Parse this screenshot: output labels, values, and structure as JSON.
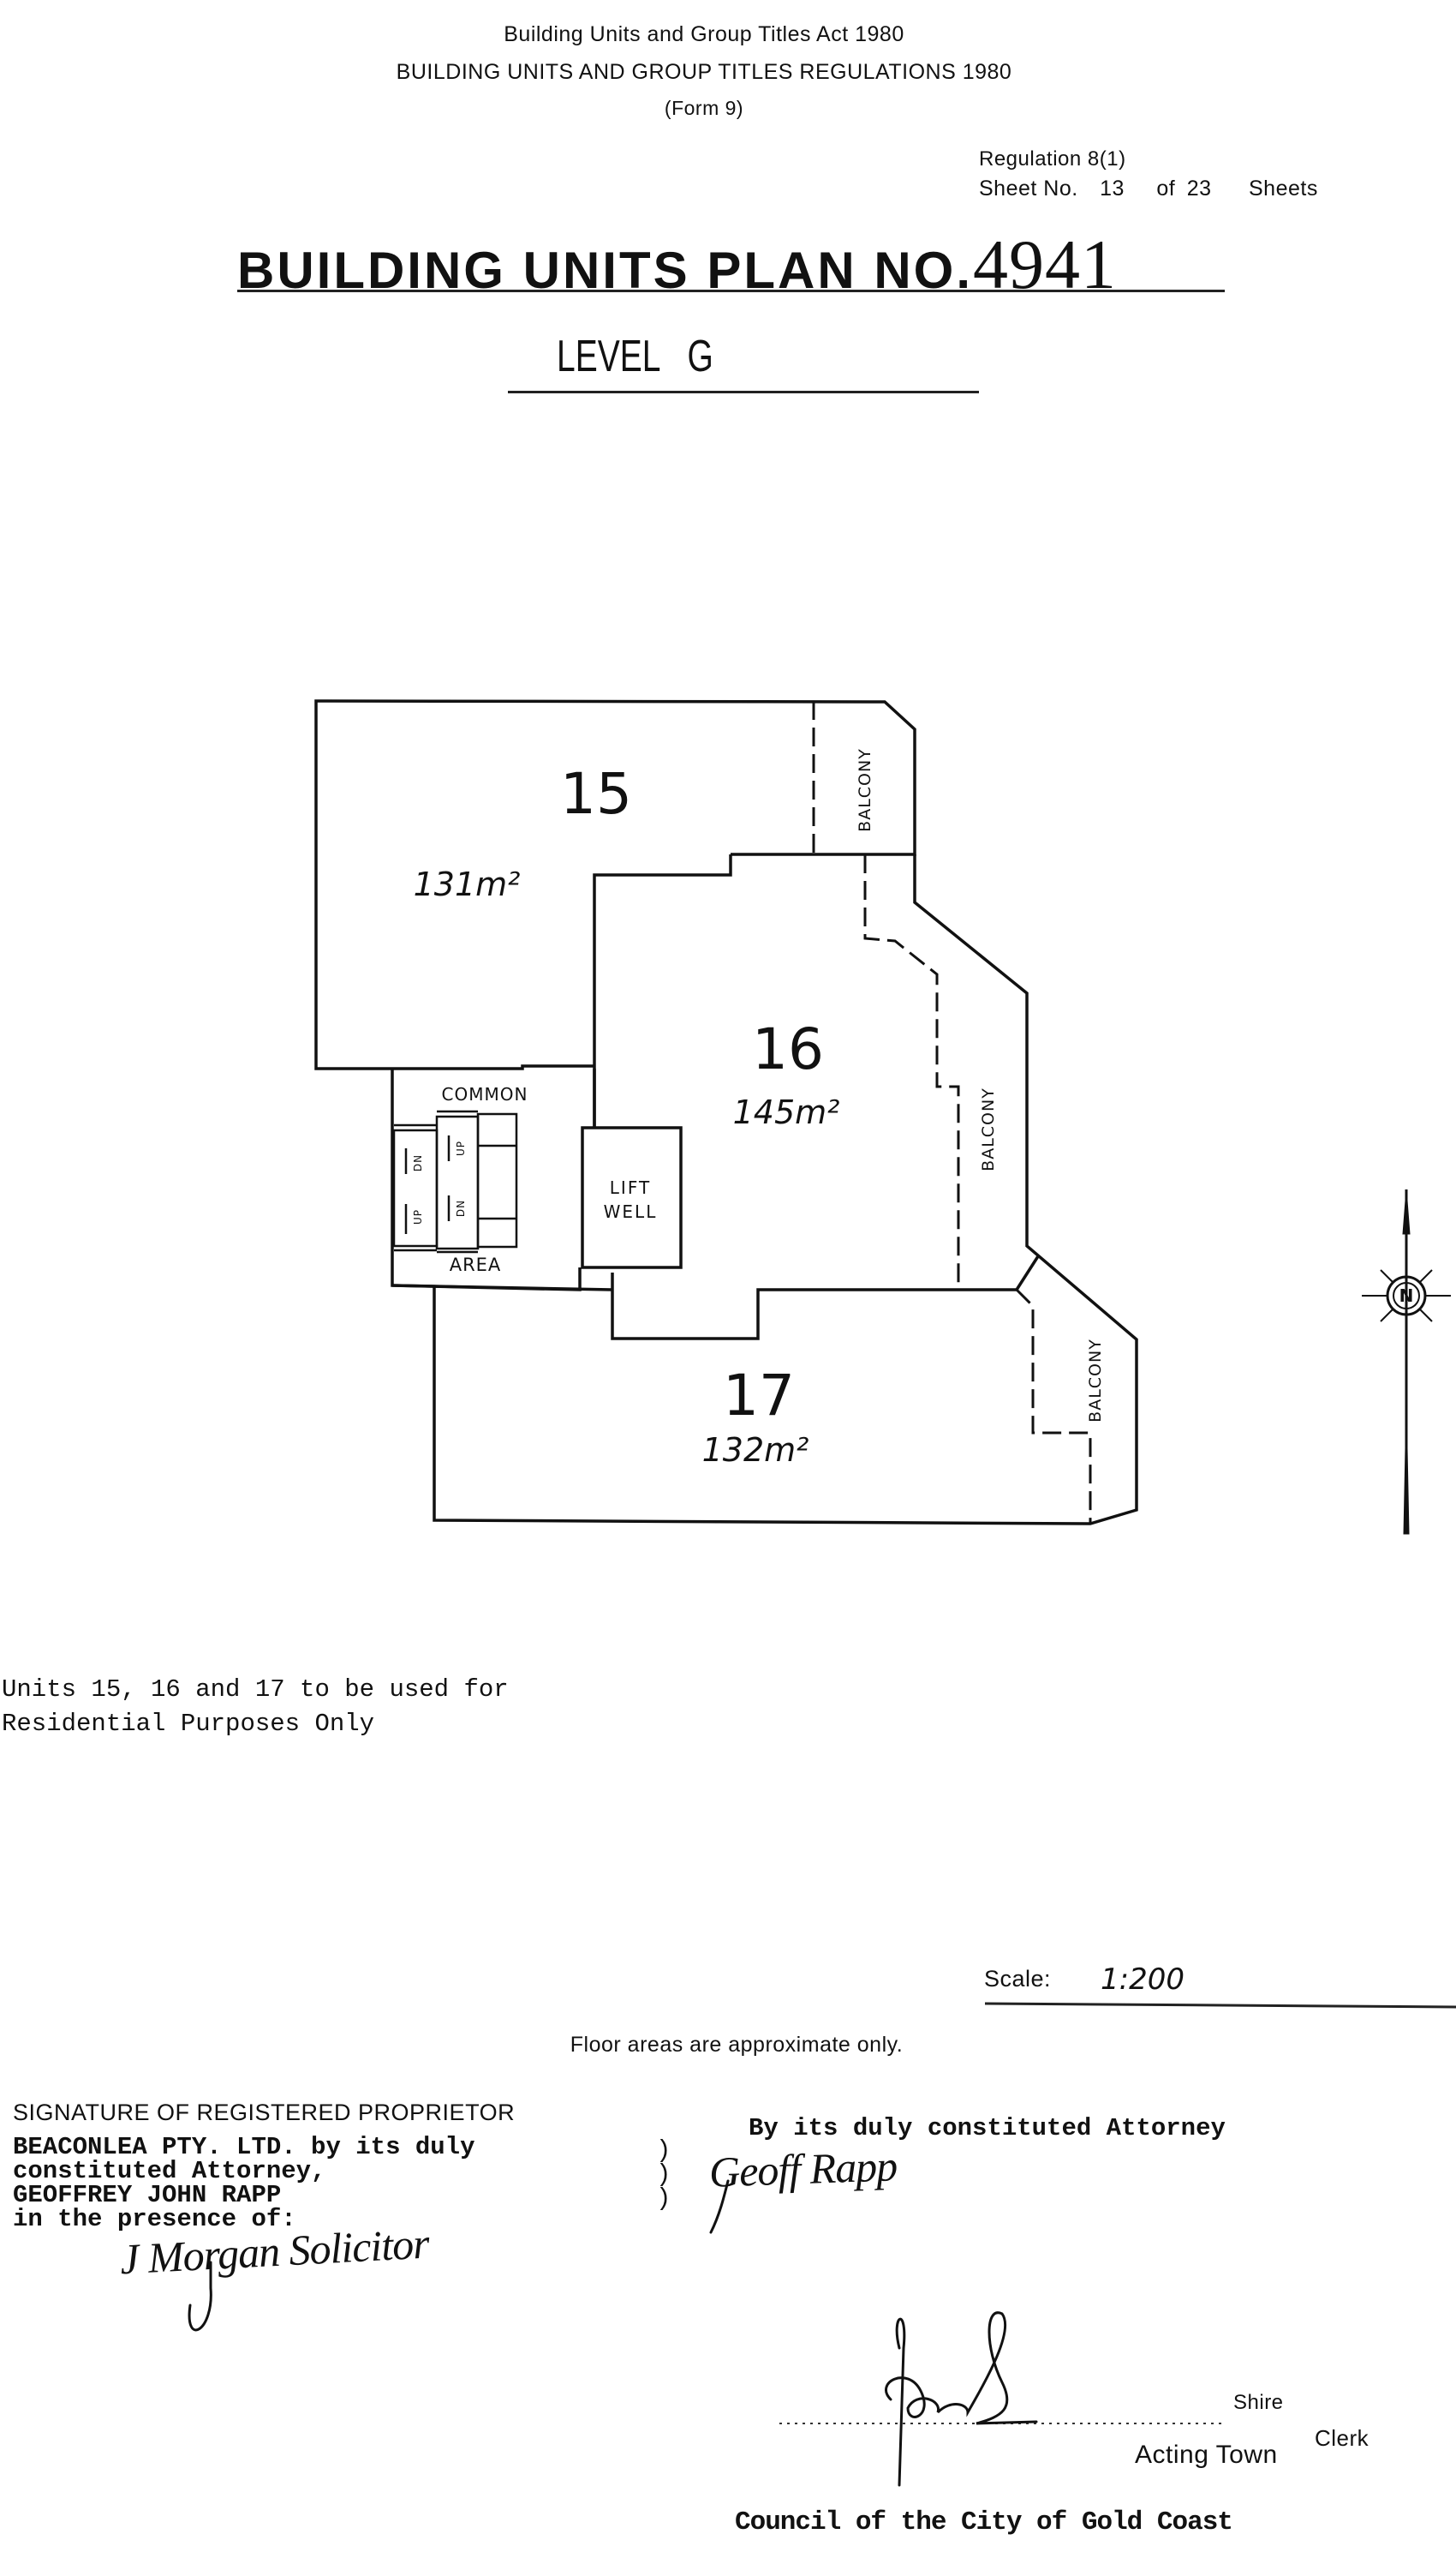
{
  "header": {
    "act": "Building Units and Group Titles Act 1980",
    "regulations": "BUILDING UNITS AND GROUP TITLES REGULATIONS 1980",
    "form": "(Form 9)",
    "regulation": "Regulation 8(1)",
    "sheet_label": "Sheet No.",
    "sheet_no": "13",
    "of_label": "of",
    "sheet_total": "23",
    "sheets_label": "Sheets",
    "title": "BUILDING UNITS PLAN NO.",
    "plan_no": "4941",
    "level": "LEVEL   G"
  },
  "plan": {
    "units": [
      {
        "number": "15",
        "area": "131m²"
      },
      {
        "number": "16",
        "area": "145m²"
      },
      {
        "number": "17",
        "area": "132m²"
      }
    ],
    "balcony_label": "BALCONY",
    "common_label": "COMMON",
    "area_label": "AREA",
    "lift_label_1": "LIFT",
    "lift_label_2": "WELL",
    "stair_up": "UP",
    "stair_dn": "DN",
    "north_label": "N"
  },
  "notes": {
    "use_line1": "Units 15, 16 and 17 to be used for",
    "use_line2": "Residential Purposes Only",
    "scale_label": "Scale:",
    "scale_value": "1:200",
    "floor_note": "Floor areas are approximate only."
  },
  "signatures": {
    "heading": "SIGNATURE OF REGISTERED PROPRIETOR",
    "line1": "BEACONLEA PTY. LTD. by its duly",
    "line2": "constituted Attorney,",
    "line3": "GEOFFREY JOHN RAPP",
    "line4": "in the presence of:",
    "witness_sig": "J Morgan Solicitor",
    "attorney_text": "By its duly constituted Attorney",
    "attorney_sig": "Geoff Rapp",
    "council_sig": "signature",
    "shire": "Shire",
    "clerk": "Clerk",
    "acting_town": "Acting Town",
    "council": "Council of the City of Gold Coast"
  }
}
